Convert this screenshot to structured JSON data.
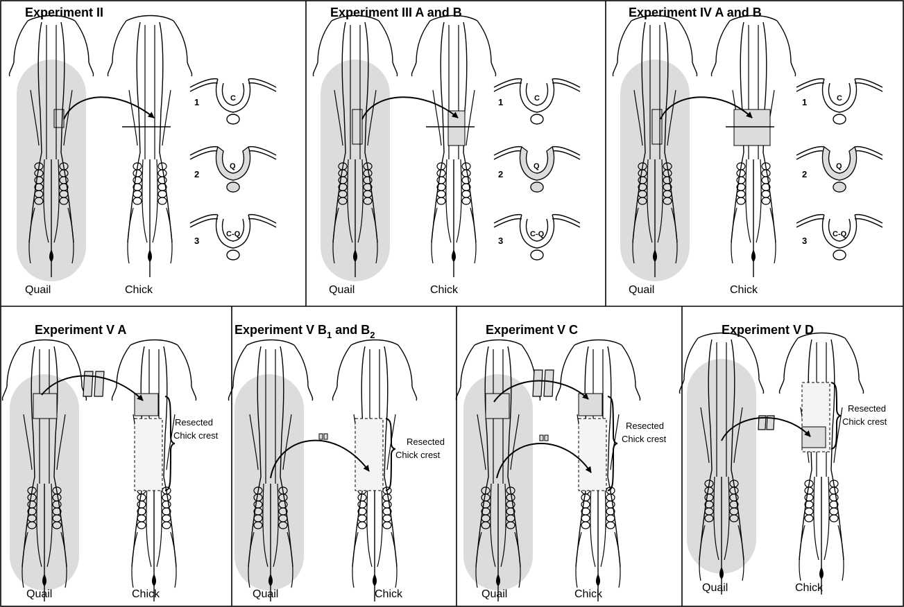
{
  "colors": {
    "quail_shading": "#dcdcdc",
    "line": "#000000",
    "background": "#ffffff"
  },
  "panels": [
    {
      "title": "Experiment II",
      "left_label": "Quail",
      "right_label": "Chick",
      "sections": [
        {
          "number": "1",
          "label": "C"
        },
        {
          "number": "2",
          "label": "Q"
        },
        {
          "number": "3",
          "label": "C-Q"
        }
      ]
    },
    {
      "title": "Experiment III A and B",
      "left_label": "Quail",
      "right_label": "Chick",
      "sections": [
        {
          "number": "1",
          "label": "C"
        },
        {
          "number": "2",
          "label": "Q"
        },
        {
          "number": "3",
          "label": "C-Q"
        }
      ]
    },
    {
      "title": "Experiment IV A and B",
      "left_label": "Quail",
      "right_label": "Chick",
      "sections": [
        {
          "number": "1",
          "label": "C"
        },
        {
          "number": "2",
          "label": "Q"
        },
        {
          "number": "3",
          "label": "C-Q"
        }
      ]
    },
    {
      "title": "Experiment V A",
      "left_label": "Quail",
      "right_label": "Chick",
      "annotation_line1": "Resected",
      "annotation_line2": "Chick crest"
    },
    {
      "title_main": "Experiment V B",
      "title_sub1": "1",
      "title_mid": " and B",
      "title_sub2": "2",
      "left_label": "Quail",
      "right_label": "Chick",
      "annotation_line1": "Resected",
      "annotation_line2": "Chick crest"
    },
    {
      "title": "Experiment V C",
      "left_label": "Quail",
      "right_label": "Chick",
      "annotation_line1": "Resected",
      "annotation_line2": "Chick crest"
    },
    {
      "title": "Experiment V D",
      "left_label": "Quail",
      "right_label": "Chick",
      "annotation_line1": "Resected",
      "annotation_line2": "Chick crest"
    }
  ]
}
